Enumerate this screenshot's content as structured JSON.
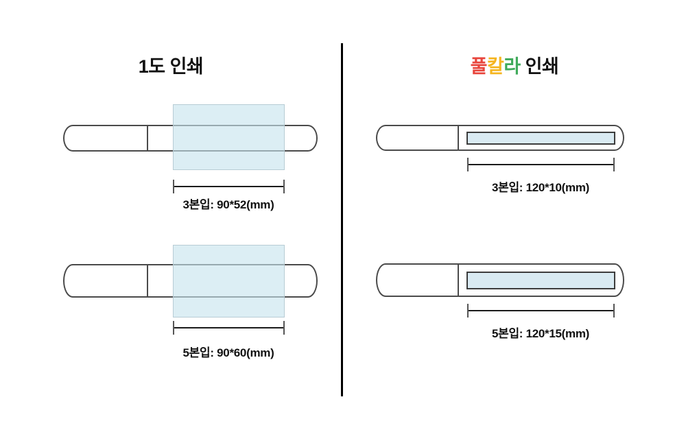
{
  "panels": {
    "left": {
      "title_text": "1도 인쇄",
      "title_parts": [
        {
          "text": "1도 인쇄",
          "color": "#111111"
        }
      ],
      "items": [
        {
          "label": "3본입: 90*52(mm)",
          "pack": "3본입",
          "width_mm": 90,
          "height_mm": 52
        },
        {
          "label": "5본입: 90*60(mm)",
          "pack": "5본입",
          "width_mm": 90,
          "height_mm": 60
        }
      ]
    },
    "right": {
      "title_text": "풀칼라 인쇄",
      "title_parts": [
        {
          "text": "풀",
          "color": "#e8453c"
        },
        {
          "text": "칼",
          "color": "#f5b51f"
        },
        {
          "text": "라",
          "color": "#3faa5a"
        },
        {
          "text": " 인쇄",
          "color": "#111111"
        }
      ],
      "items": [
        {
          "label": "3본입: 120*10(mm)",
          "pack": "3본입",
          "width_mm": 120,
          "height_mm": 10
        },
        {
          "label": "5본입: 120*15(mm)",
          "pack": "5본입",
          "width_mm": 120,
          "height_mm": 15
        }
      ]
    }
  },
  "colors": {
    "print_area_fill": "#d9eaf2",
    "pen_outline": "#4a4a4a",
    "divider": "#000000",
    "accent_red": "#e8453c",
    "accent_orange": "#f5b51f",
    "accent_green": "#3faa5a",
    "text": "#111111",
    "background": "#ffffff"
  }
}
